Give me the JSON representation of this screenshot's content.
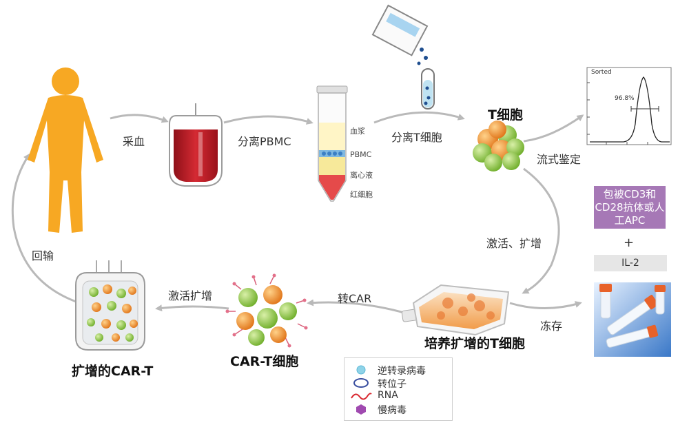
{
  "steps": {
    "collect_blood": "采血",
    "separate_pbmc": "分离PBMC",
    "separate_t": "分离T细胞",
    "t_cell": "T细胞",
    "flow_check": "流式鉴定",
    "activate_expand": "激活、扩增",
    "freeze": "冻存",
    "cultured_t": "培养扩增的T细胞",
    "to_car": "转CAR",
    "car_t_cell": "CAR-T细胞",
    "activate_expand2": "激活扩增",
    "expanded_car_t": "扩增的CAR-T",
    "reinfuse": "回输"
  },
  "tube_layers": {
    "plasma": "血浆",
    "pbmc": "PBMC",
    "medium": "离心液",
    "rbc": "红细胞"
  },
  "flow_plot": {
    "label": "Sorted",
    "percent": "96.8%"
  },
  "activation": {
    "box_text": "包被CD3和CD28抗体或人工APC",
    "plus": "+",
    "il2": "IL-2"
  },
  "legend": [
    {
      "label": "逆转录病毒",
      "icon": "retrovirus-icon"
    },
    {
      "label": "转位子",
      "icon": "transposon-icon"
    },
    {
      "label": "RNA",
      "icon": "rna-icon"
    },
    {
      "label": "慢病毒",
      "icon": "lentivirus-icon"
    }
  ],
  "colors": {
    "human": "#f7a823",
    "blood": "#c8202a",
    "arrow": "#b9b9b9",
    "cell_orange": "#f08a2a",
    "cell_green": "#8dc63f",
    "purple_box": "#a678b6"
  }
}
